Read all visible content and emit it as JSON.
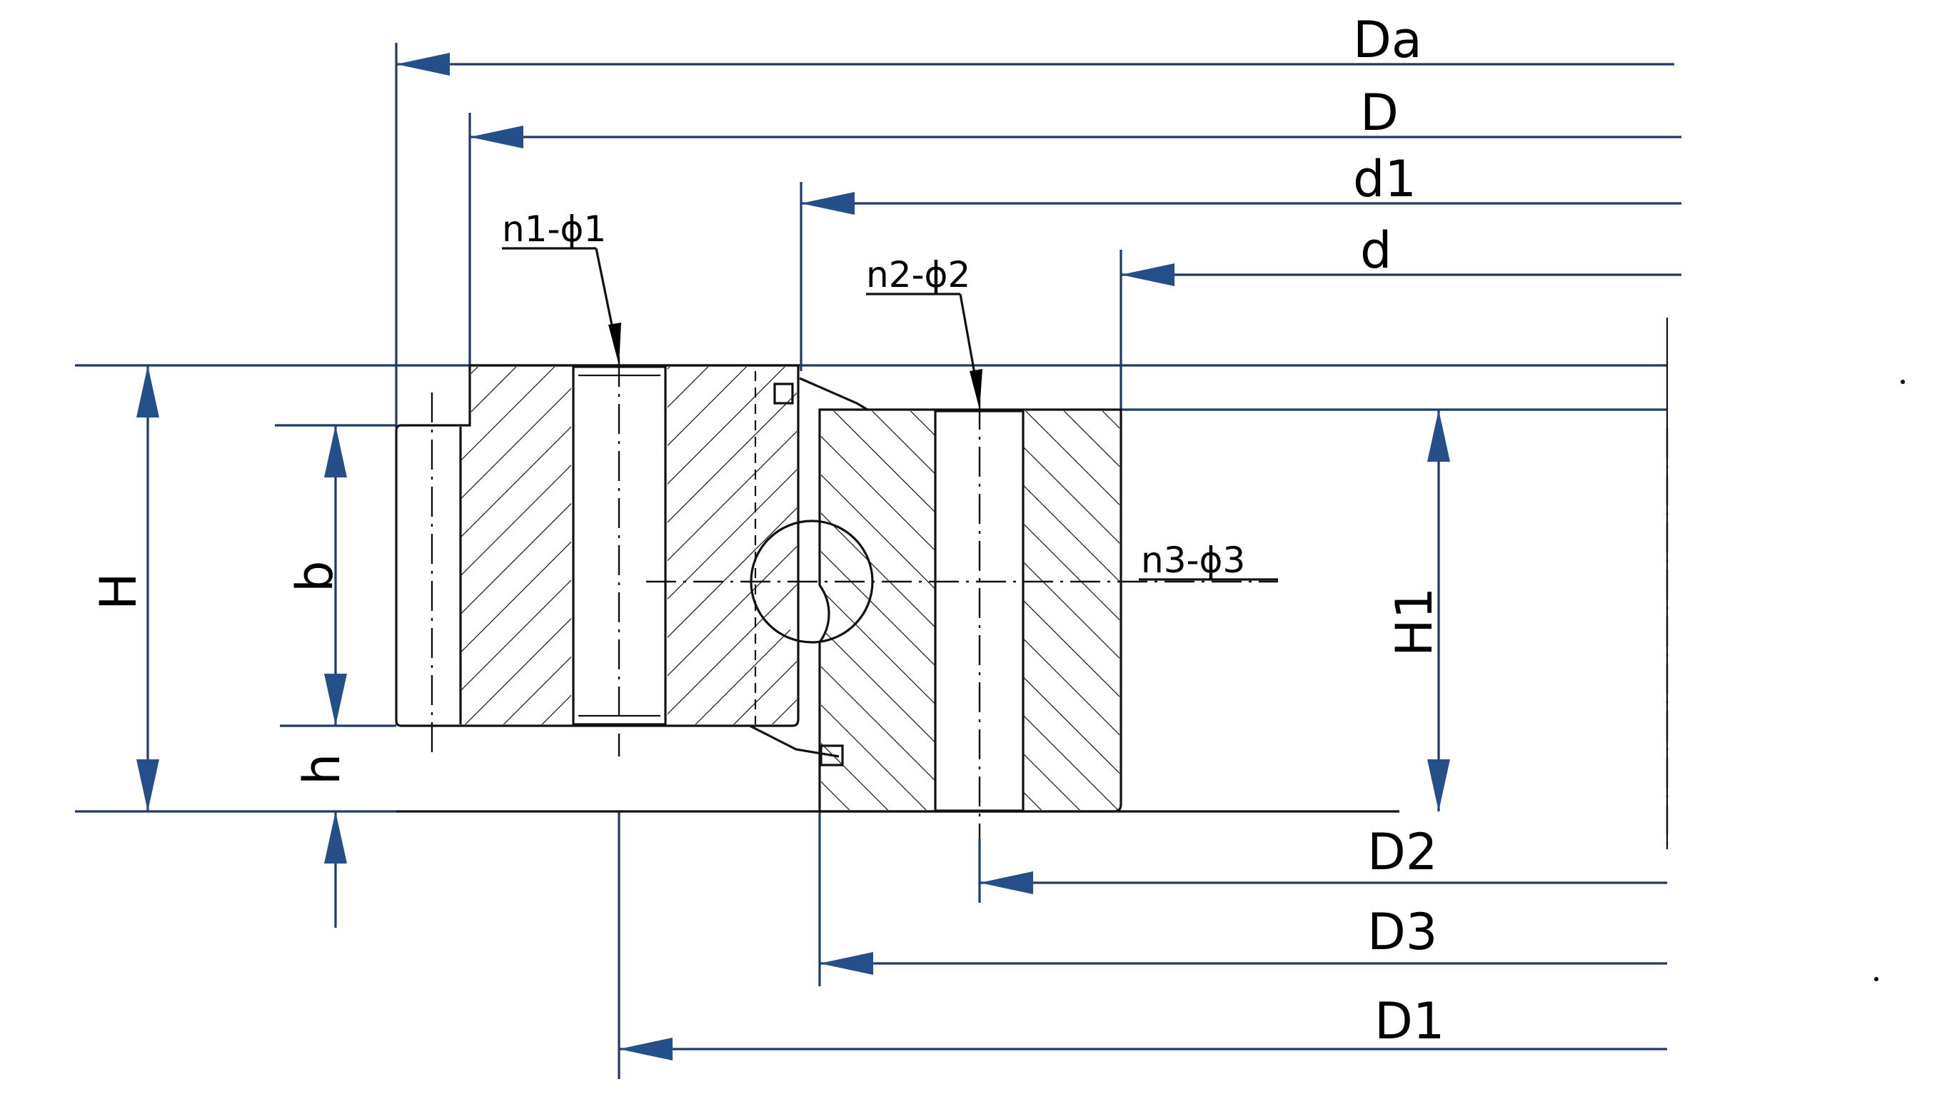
{
  "diagram": {
    "labels": {
      "Da": "Da",
      "D": "D",
      "d1": "d1",
      "d": "d",
      "D2": "D2",
      "D3": "D3",
      "D1": "D1",
      "H": "H",
      "H1": "H1",
      "b": "b",
      "h": "h",
      "n1": "n1-ϕ1",
      "n2": "n2-ϕ2",
      "n3": "n3-ϕ3"
    },
    "colors": {
      "dimension_line": "#1f3a68",
      "arrow": "#244f88",
      "part_outline": "#111111",
      "background": "#ffffff"
    }
  }
}
